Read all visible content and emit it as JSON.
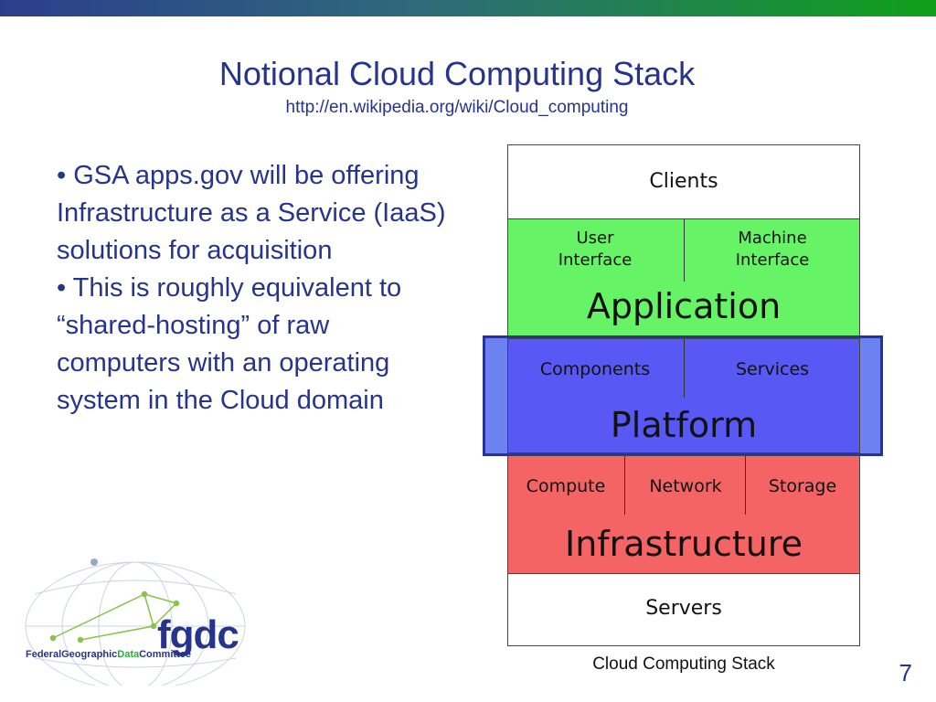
{
  "slide": {
    "title": "Notional Cloud Computing Stack",
    "subtitle": "http://en.wikipedia.org/wiki/Cloud_computing",
    "bullets": [
      "• GSA apps.gov will be offering Infrastructure as a Service (IaaS) solutions for acquisition",
      "• This is roughly equivalent to “shared-hosting” of raw computers with an operating system in the Cloud domain"
    ],
    "page_number": "7"
  },
  "diagram": {
    "clients": "Clients",
    "user_interface": "User Interface",
    "machine_interface": "Machine Interface",
    "application": "Application",
    "components": "Components",
    "services": "Services",
    "platform": "Platform",
    "compute": "Compute",
    "network": "Network",
    "storage": "Storage",
    "infrastructure": "Infrastructure",
    "servers": "Servers",
    "caption": "Cloud Computing Stack",
    "colors": {
      "application": "#66f466",
      "platform": "#5858f4",
      "infrastructure": "#f46464",
      "highlight_border": "#28329a"
    }
  },
  "logo": {
    "mark": "fgdc",
    "name_part1": "FederalGeographic",
    "name_part2": "Data",
    "name_part3": "Committee"
  },
  "icons": [
    "globe-network-icon"
  ]
}
